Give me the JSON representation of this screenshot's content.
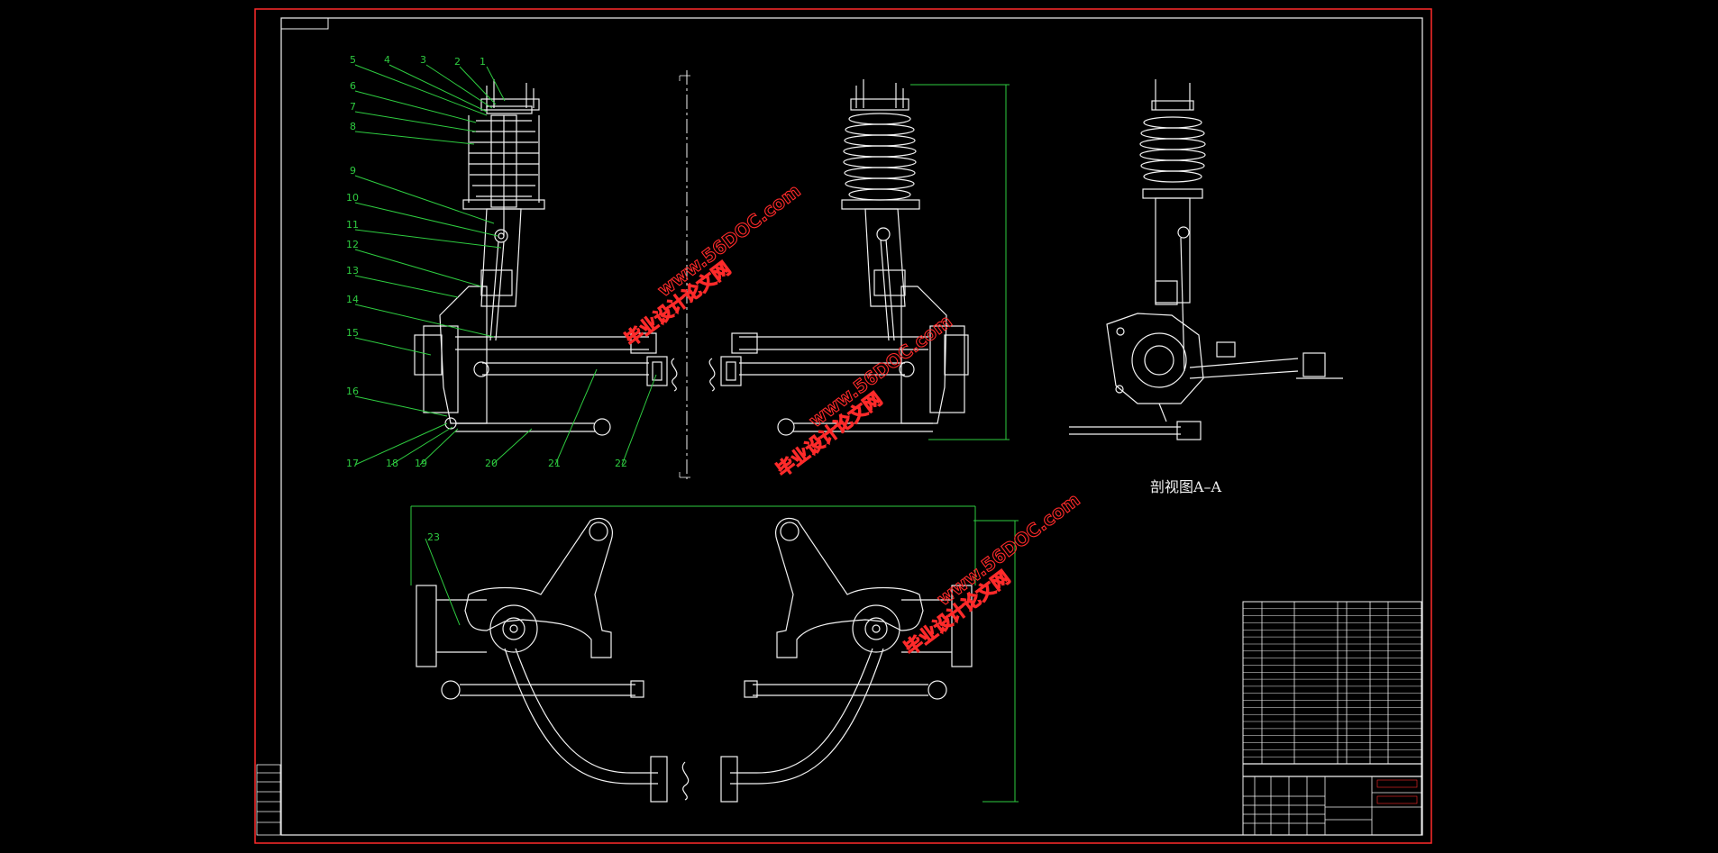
{
  "part_labels": [
    "1",
    "2",
    "3",
    "4",
    "5",
    "6",
    "7",
    "8",
    "9",
    "10",
    "11",
    "12",
    "13",
    "14",
    "15",
    "16",
    "17",
    "18",
    "19",
    "20",
    "21",
    "22",
    "23"
  ],
  "section_caption": "剖视图A–A",
  "watermarks": [
    {
      "cn": "毕业设计论文网",
      "url": "www.56DOC.com"
    },
    {
      "cn": "毕业设计论文网",
      "url": "www.56DOC.com"
    },
    {
      "cn": "毕业设计论文网",
      "url": "www.56DOC.com"
    }
  ],
  "colors": {
    "background": "#000000",
    "frame": "#ff2a2a",
    "line": "#f2f2f2",
    "leader": "#2ecc40",
    "watermark": "#ff2a2a"
  }
}
